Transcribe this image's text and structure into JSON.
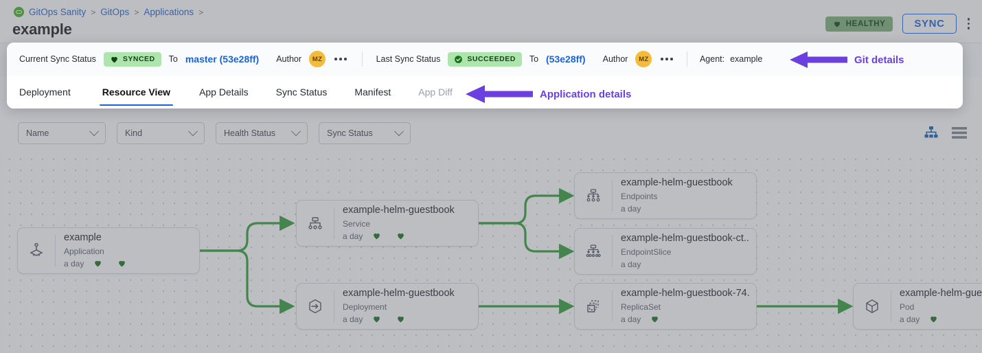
{
  "breadcrumb": {
    "logo_icon": "gitops-logo-icon",
    "items": [
      "GitOps Sanity",
      "GitOps",
      "Applications"
    ],
    "separator": ">"
  },
  "header": {
    "title": "example",
    "health_badge": {
      "label": "HEALTHY",
      "icon": "heart-icon",
      "color": "#7bb274"
    },
    "sync_button": "SYNC",
    "overflow_icon": "kebab-vertical-icon"
  },
  "sync_bar": {
    "current": {
      "label": "Current Sync Status",
      "status": "SYNCED",
      "status_icon": "heart-icon",
      "to_label": "To",
      "revision": "master (53e28ff)",
      "author_label": "Author",
      "author_initials": "MZ",
      "overflow_icon": "kebab-horizontal-icon"
    },
    "last": {
      "label": "Last Sync Status",
      "status": "SUCCEEDED",
      "status_icon": "check-circle-icon",
      "to_label": "To",
      "revision": "(53e28ff)",
      "author_label": "Author",
      "author_initials": "MZ",
      "overflow_icon": "kebab-horizontal-icon"
    },
    "agent_label": "Agent:",
    "agent_value": "example"
  },
  "tabs": [
    {
      "label": "Deployment",
      "active": false,
      "disabled": false
    },
    {
      "label": "Resource View",
      "active": true,
      "disabled": false
    },
    {
      "label": "App Details",
      "active": false,
      "disabled": false
    },
    {
      "label": "Sync Status",
      "active": false,
      "disabled": false
    },
    {
      "label": "Manifest",
      "active": false,
      "disabled": false
    },
    {
      "label": "App Diff",
      "active": false,
      "disabled": true
    }
  ],
  "annotations": [
    {
      "text": "Git details",
      "arrow": "left-arrow-icon",
      "color": "#6b3fe0"
    },
    {
      "text": "Application details",
      "arrow": "left-arrow-icon",
      "color": "#6b3fe0"
    }
  ],
  "toolbar": {
    "filters": [
      {
        "label": "Name",
        "icon": "chevron-down-icon"
      },
      {
        "label": "Kind",
        "icon": "chevron-down-icon"
      },
      {
        "label": "Health Status",
        "icon": "chevron-down-icon"
      },
      {
        "label": "Sync Status",
        "icon": "chevron-down-icon"
      }
    ],
    "view_tree_icon": "tree-view-icon",
    "view_list_icon": "list-view-icon",
    "active_view": "tree",
    "accent": "#1a5fa8"
  },
  "graph": {
    "edge_color": "#2f9e34",
    "nodes": [
      {
        "id": "app",
        "name": "example",
        "kind": "Application",
        "age": "a day",
        "icon": "application-icon",
        "badges": [
          "health-heart",
          "sync-heart"
        ]
      },
      {
        "id": "svc",
        "name": "example-helm-guestbook",
        "kind": "Service",
        "age": "a day",
        "icon": "service-icon",
        "badges": [
          "health-heart",
          "sync-heart"
        ]
      },
      {
        "id": "dep",
        "name": "example-helm-guestbook",
        "kind": "Deployment",
        "age": "a day",
        "icon": "deployment-icon",
        "badges": [
          "health-heart",
          "sync-heart"
        ]
      },
      {
        "id": "eps",
        "name": "example-helm-guestbook",
        "kind": "Endpoints",
        "age": "a day",
        "icon": "endpoints-icon",
        "badges": []
      },
      {
        "id": "epsl",
        "name": "example-helm-guestbook-ct...",
        "kind": "EndpointSlice",
        "age": "a day",
        "icon": "endpointslice-icon",
        "badges": []
      },
      {
        "id": "rs",
        "name": "example-helm-guestbook-74...",
        "kind": "ReplicaSet",
        "age": "a day",
        "icon": "replicaset-icon",
        "badges": [
          "health-heart"
        ]
      },
      {
        "id": "pod",
        "name": "example-helm-guest",
        "kind": "Pod",
        "age": "a day",
        "icon": "pod-icon",
        "badges": [
          "health-heart"
        ]
      }
    ]
  }
}
